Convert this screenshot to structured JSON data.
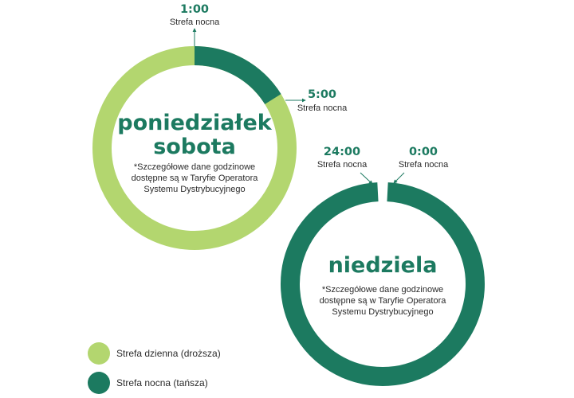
{
  "colors": {
    "day": "#b3d66f",
    "night": "#1c7a60",
    "text": "#2b2b2b",
    "heading": "#1c7a60"
  },
  "weekday_ring": {
    "title_line1": "poniedziałek",
    "title_line2": "sobota",
    "note_line1": "*Szczegółowe dane godzinowe",
    "note_line2": "dostępne są w Taryfie Operatora",
    "note_line3": "Systemu Dystrybucyjnego",
    "night_start": {
      "time": "1:00",
      "zone": "Strefa nocna"
    },
    "night_end": {
      "time": "5:00",
      "zone": "Strefa nocna"
    }
  },
  "sunday_ring": {
    "title": "niedziela",
    "note_line1": "*Szczegółowe dane godzinowe",
    "note_line2": "dostępne są w Taryfie Operatora",
    "note_line3": "Systemu Dystrybucyjnego",
    "end_label": {
      "time": "24:00",
      "zone": "Strefa nocna"
    },
    "start_label": {
      "time": "0:00",
      "zone": "Strefa nocna"
    }
  },
  "legend": {
    "day_label": "Strefa dzienna (droższa)",
    "night_label": "Strefa nocna (tańsza)"
  }
}
